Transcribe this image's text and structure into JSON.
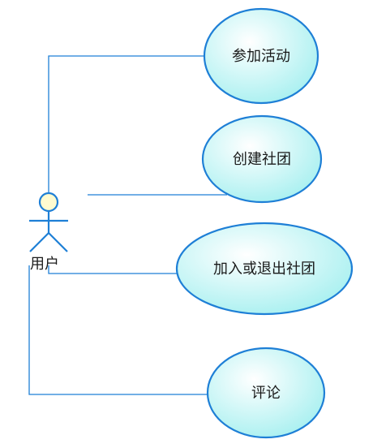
{
  "actor": {
    "label": "用户"
  },
  "use_cases": [
    {
      "id": "join-activity",
      "label": "参加活动"
    },
    {
      "id": "create-club",
      "label": "创建社团"
    },
    {
      "id": "join-or-leave-club",
      "label": "加入或退出社团"
    },
    {
      "id": "comment",
      "label": "评论"
    }
  ],
  "colors": {
    "line": "#1e7fd6",
    "ellipse_stroke": "#1e7fd6",
    "ellipse_fill_center": "#ffffff",
    "ellipse_fill_edge": "#a8f0f0",
    "actor_head_fill": "#fffbd0"
  }
}
